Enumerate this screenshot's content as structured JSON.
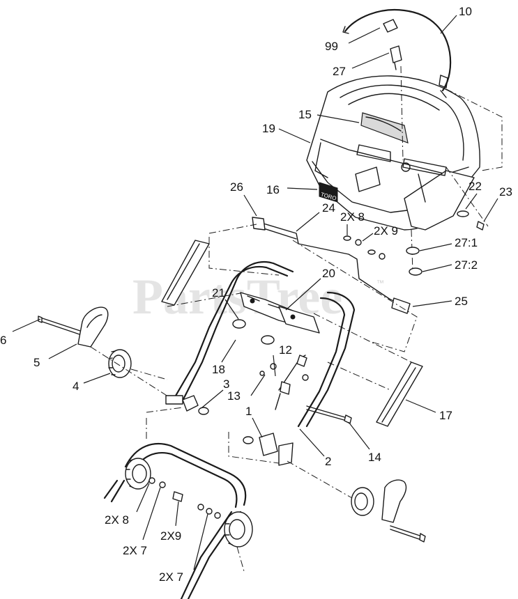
{
  "watermark": {
    "text": "PartsTree",
    "trademark": "™"
  },
  "decal_brand": "TORO",
  "callouts": [
    {
      "id": "c10",
      "text": "10"
    },
    {
      "id": "c99",
      "text": "99"
    },
    {
      "id": "c27",
      "text": "27"
    },
    {
      "id": "c15",
      "text": "15"
    },
    {
      "id": "c19",
      "text": "19"
    },
    {
      "id": "c16",
      "text": "16"
    },
    {
      "id": "c26",
      "text": "26"
    },
    {
      "id": "c24",
      "text": "24"
    },
    {
      "id": "c2x8a",
      "text": "2X 8"
    },
    {
      "id": "c2x9a",
      "text": "2X 9"
    },
    {
      "id": "c22",
      "text": "22"
    },
    {
      "id": "c23",
      "text": "23"
    },
    {
      "id": "c271",
      "text": "27:1"
    },
    {
      "id": "c272",
      "text": "27:2"
    },
    {
      "id": "c20",
      "text": "20"
    },
    {
      "id": "c21",
      "text": "21"
    },
    {
      "id": "c25",
      "text": "25"
    },
    {
      "id": "c6",
      "text": "6"
    },
    {
      "id": "c5",
      "text": "5"
    },
    {
      "id": "c4",
      "text": "4"
    },
    {
      "id": "c18",
      "text": "18"
    },
    {
      "id": "c12",
      "text": "12"
    },
    {
      "id": "c3",
      "text": "3"
    },
    {
      "id": "c13",
      "text": "13"
    },
    {
      "id": "c17",
      "text": "17"
    },
    {
      "id": "c1",
      "text": "1"
    },
    {
      "id": "c14",
      "text": "14"
    },
    {
      "id": "c2",
      "text": "2"
    },
    {
      "id": "c2x8b",
      "text": "2X 8"
    },
    {
      "id": "c2x9b",
      "text": "2X9"
    },
    {
      "id": "c2x7a",
      "text": "2X 7"
    },
    {
      "id": "c2x7b",
      "text": "2X 7"
    }
  ]
}
